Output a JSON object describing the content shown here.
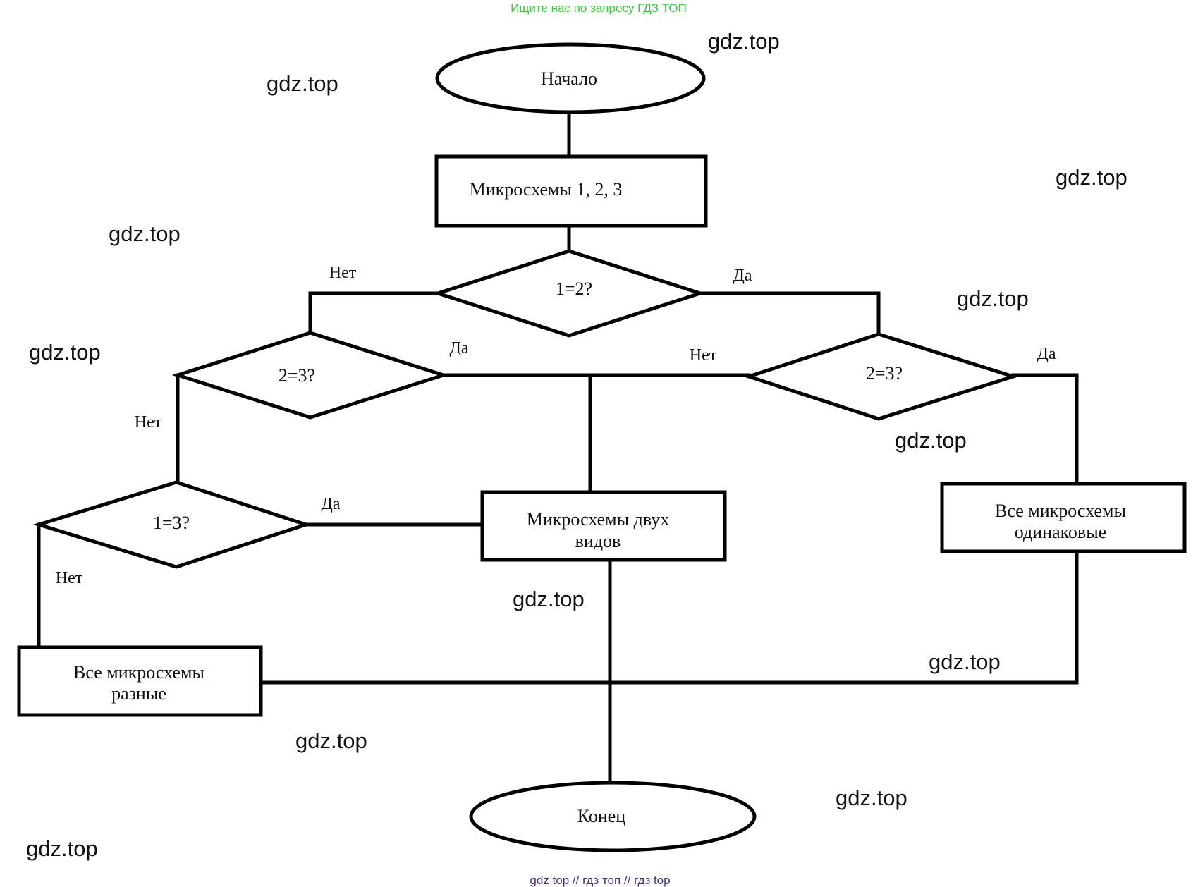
{
  "colors": {
    "banner_top": "#33cc33",
    "banner_bottom": "#4a2a8a",
    "ink": "#000000",
    "background": "#ffffff"
  },
  "banner": {
    "top": "Ищите нас по запросу ГДЗ ТОП",
    "bottom": "gdz top  //  гдз топ  //  гдз top"
  },
  "watermark": "gdz.top",
  "nodes": {
    "start": "Начало",
    "input": "Микросхемы 1, 2, 3",
    "cond_1_2": "1=2?",
    "cond_2_3_left": "2=3?",
    "cond_2_3_right": "2=3?",
    "cond_1_3": "1=3?",
    "two_kinds_line1": "Микросхемы двух",
    "two_kinds_line2": "видов",
    "all_same_line1": "Все микросхемы",
    "all_same_line2": "одинаковые",
    "all_diff_line1": "Все микросхемы",
    "all_diff_line2": "разные",
    "end": "Конец"
  },
  "edge_labels": {
    "c12_no": "Нет",
    "c12_yes": "Да",
    "c23l_yes": "Да",
    "c23l_no": "Нет",
    "c23r_no": "Нет",
    "c23r_yes": "Да",
    "c13_yes": "Да",
    "c13_no": "Нет"
  }
}
